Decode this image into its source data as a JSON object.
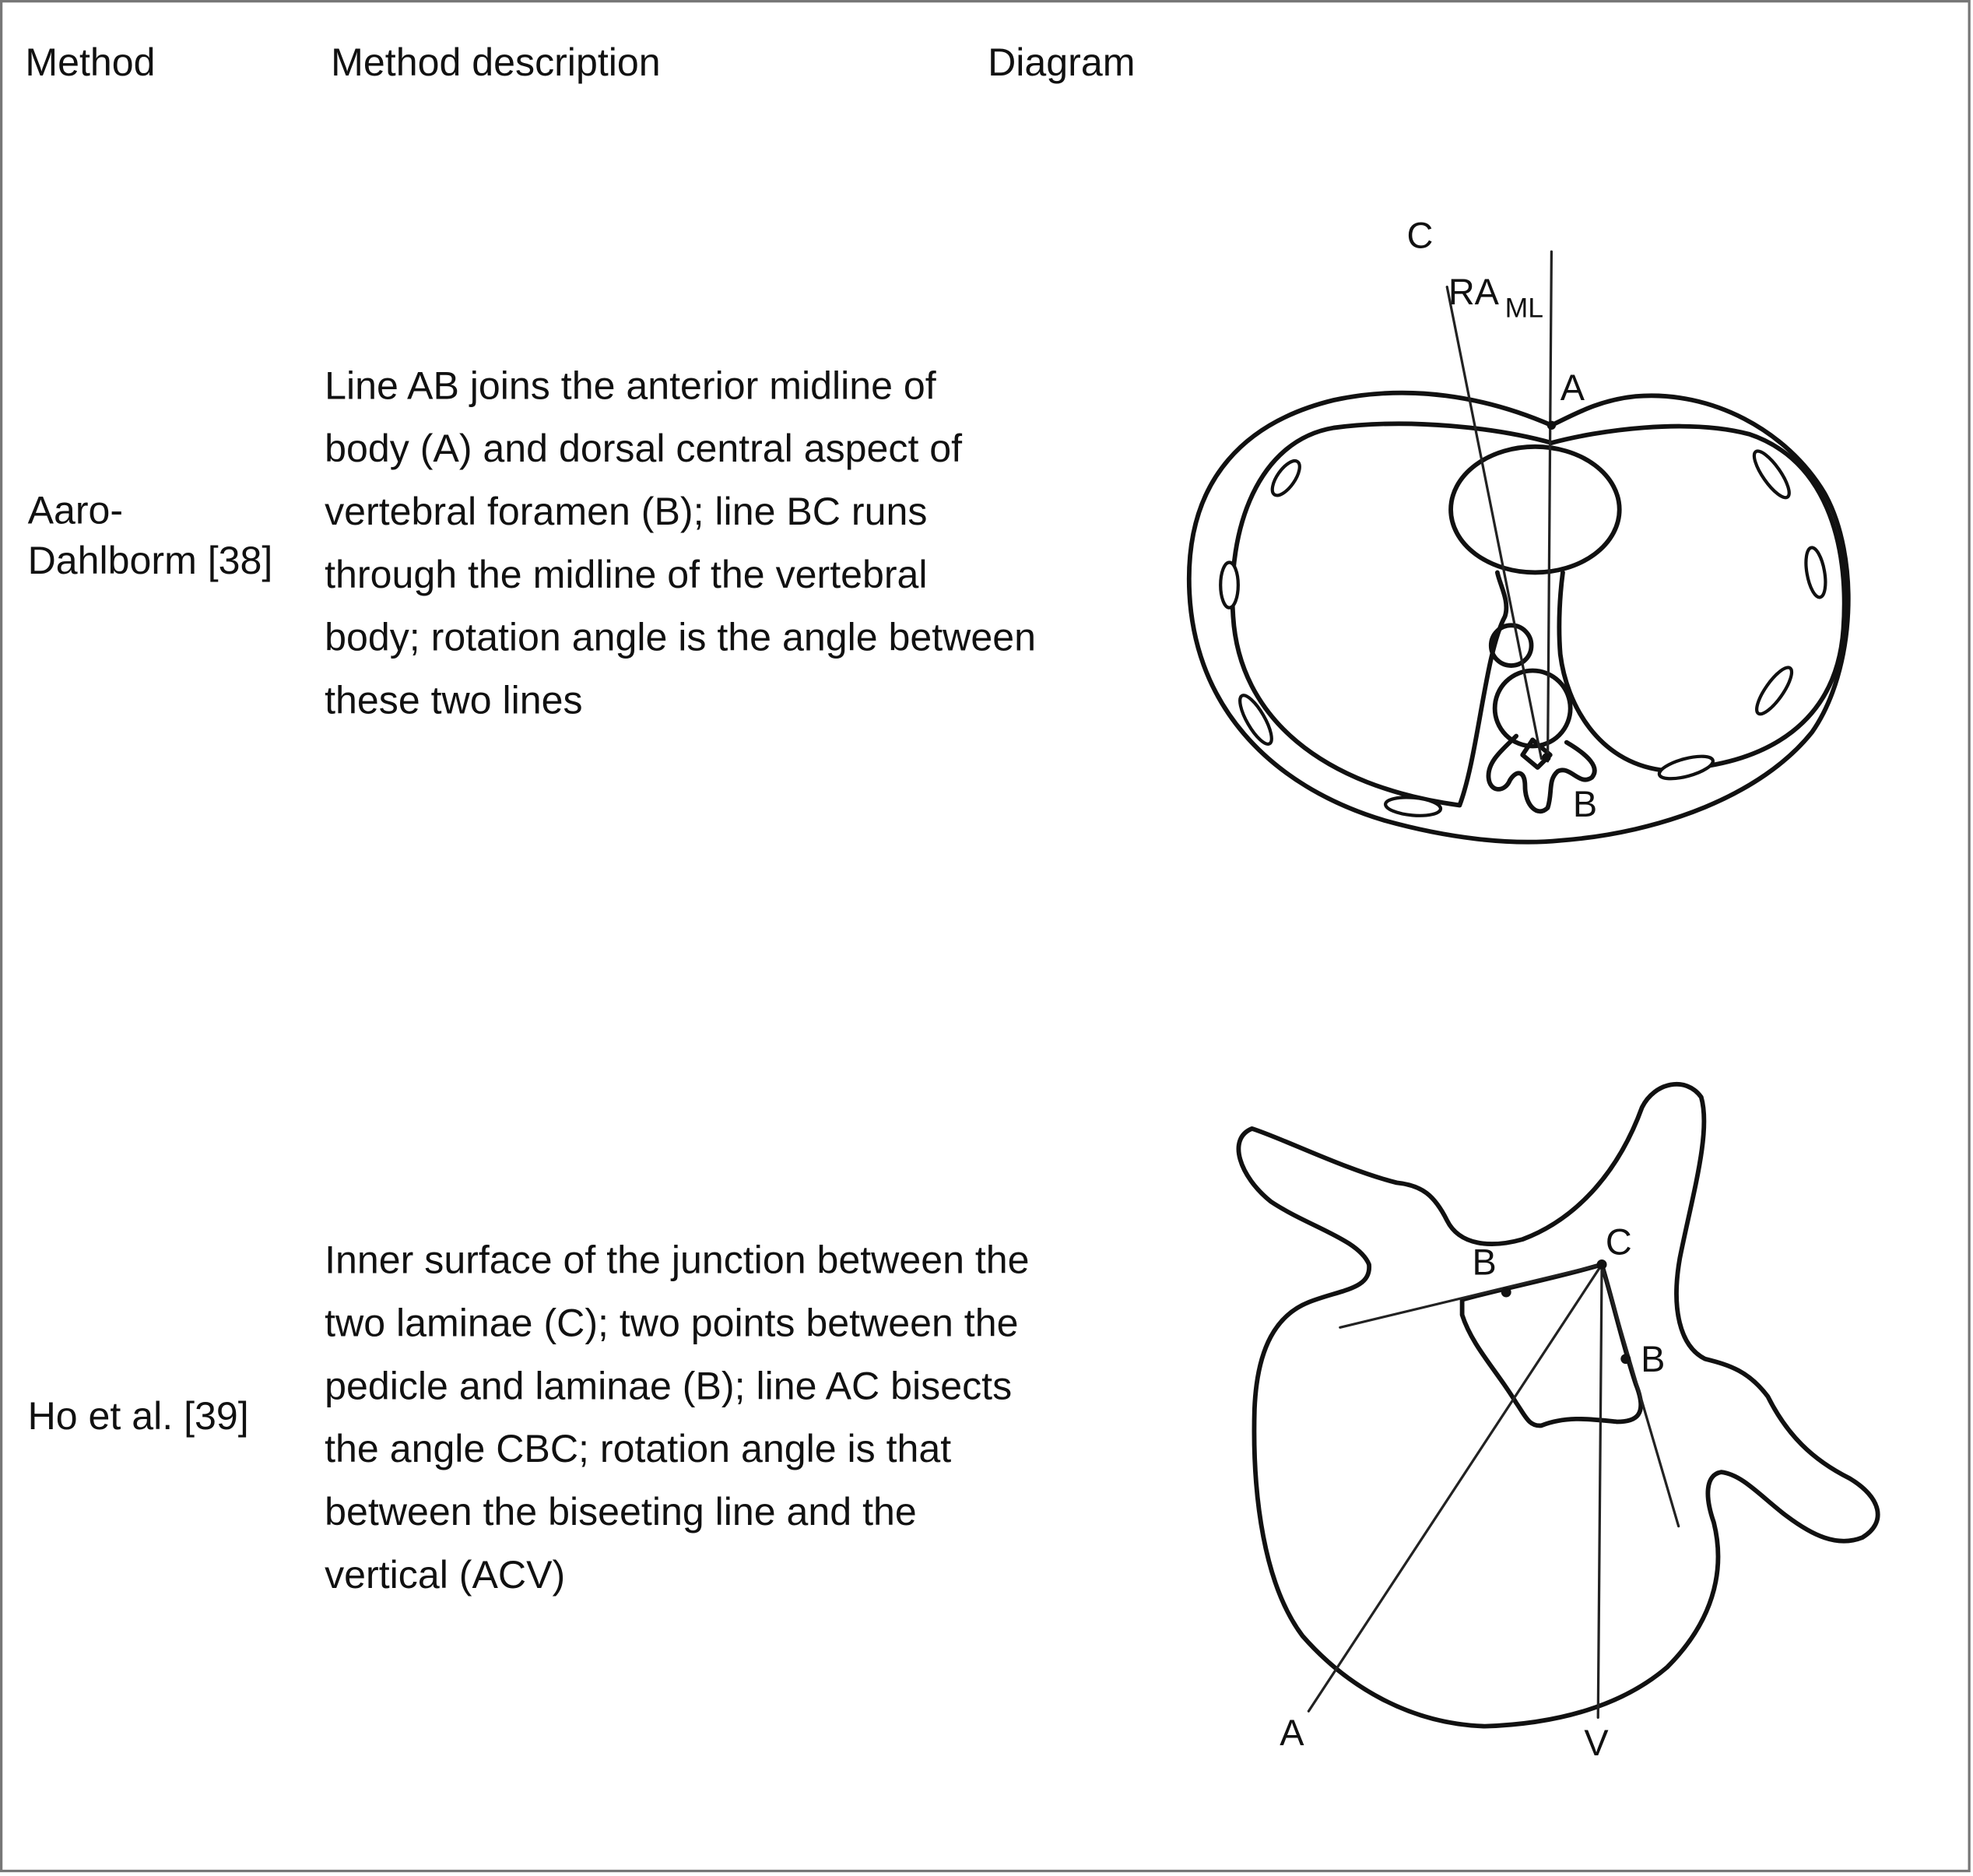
{
  "table": {
    "headers": {
      "method": "Method",
      "description": "Method description",
      "diagram": "Diagram"
    },
    "rows": [
      {
        "method_lines": [
          "Aaro-",
          "Dahlborm [38]"
        ],
        "description_lines": [
          "Line AB joins the anterior midline of",
          "body (A) and dorsal central aspect of",
          "vertebral foramen (B); line BC runs",
          "through the midline of the vertebral",
          "body; rotation angle is the angle between",
          "these two lines"
        ],
        "diagram_labels": {
          "c": "C",
          "ra": "RA",
          "ra_sub": "ML",
          "a": "A",
          "b": "B"
        }
      },
      {
        "method_lines": [
          "Ho et al. [39]"
        ],
        "description_lines": [
          "Inner surface of the junction between the",
          "two laminae (C); two points between the",
          "pedicle and laminae (B); line AC bisects",
          "the angle CBC; rotation angle is that",
          "between the biseeting line and the",
          "vertical (ACV)"
        ],
        "diagram_labels": {
          "b_left": "B",
          "c": "C",
          "b_right": "B",
          "a": "A",
          "v": "V"
        }
      }
    ]
  }
}
